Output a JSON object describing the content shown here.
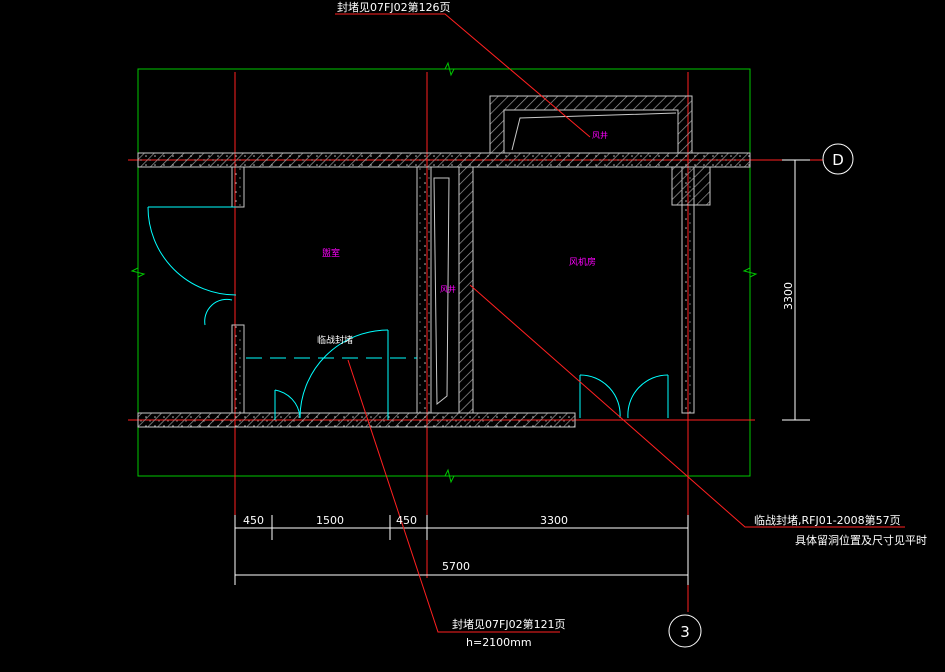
{
  "annotations": {
    "top_note": "封堵见07FJ02第126页",
    "right_note_line1": "临战封堵,RFJ01-2008第57页",
    "right_note_line2": "具体留洞位置及尺寸见平时",
    "bottom_note_line1": "封堵见07FJ02第121页",
    "bottom_note_line2": "h=2100mm"
  },
  "rooms": {
    "washroom": "盥室",
    "duct": "风井",
    "shaft_top": "风井",
    "machine_room": "风机房",
    "temp_seal": "临战封堵"
  },
  "dimensions": {
    "d1": "450",
    "d2": "1500",
    "d3": "450",
    "d4": "3300",
    "total": "5700",
    "vertical": "3300"
  },
  "axes": {
    "row_axis": "D",
    "col_axis": "3"
  },
  "colors": {
    "background": "#000000",
    "border": "#00c800",
    "axis": "#ff0000",
    "wall": "#bbbbbb",
    "door": "#00ffff",
    "room_label": "#ff00ff",
    "text": "#ffffff"
  }
}
